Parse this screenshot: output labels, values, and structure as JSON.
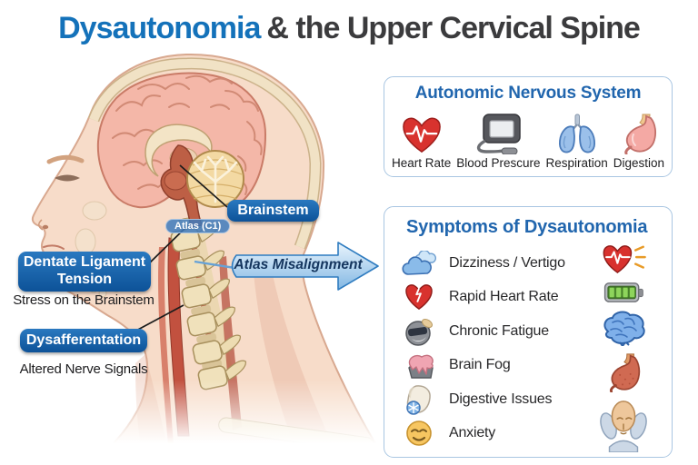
{
  "title": {
    "highlight": "Dysautonomia",
    "rest": "& the Upper Cervical Spine"
  },
  "anatomy_labels": {
    "brainstem": "Brainstem",
    "atlas": "Atlas (C1)",
    "dentate_title": "Dentate Ligament Tension",
    "dentate_caption": "Stress on the Brainstem",
    "dysafferentation_title": "Dysafferentation",
    "dysafferentation_caption": "Altered Nerve Signals",
    "arrow_label": "Atlas Misalignment"
  },
  "ans_box": {
    "title": "Autonomic Nervous System",
    "items": [
      {
        "label": "Heart Rate",
        "icon": "heart-rate-icon"
      },
      {
        "label": "Blood Prescure",
        "icon": "blood-pressure-monitor-icon"
      },
      {
        "label": "Respiration",
        "icon": "lungs-icon"
      },
      {
        "label": "Digestion",
        "icon": "stomach-icon"
      }
    ]
  },
  "symptoms_box": {
    "title": "Symptoms of Dysautonomia",
    "items": [
      {
        "label": "Dizziness / Vertigo",
        "icon": "dizzy-clouds-icon"
      },
      {
        "label": "Rapid Heart Rate",
        "icon": "cracked-heart-icon"
      },
      {
        "label": "Chronic Fatigue",
        "icon": "sleep-mask-icon"
      },
      {
        "label": "Brain Fog",
        "icon": "brain-fog-icon"
      },
      {
        "label": "Digestive Issues",
        "icon": "digestive-pouch-icon"
      },
      {
        "label": "Anxiety",
        "icon": "anxious-face-icon"
      }
    ],
    "right_icons": [
      "racing-heart-icon",
      "battery-icon",
      "brain-icon",
      "red-stomach-icon",
      "stressed-person-icon"
    ]
  },
  "colors": {
    "accent_blue": "#1472ba",
    "label_blue": "#10589f",
    "box_border": "#a9c6e2",
    "arrow_text": "#14355e",
    "title_dark": "#3b3b3d"
  }
}
